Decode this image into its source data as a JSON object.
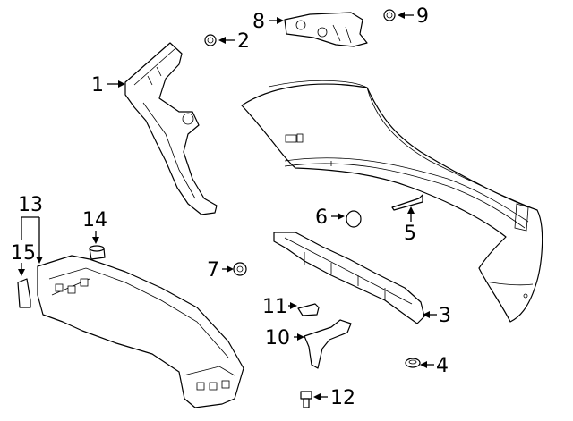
{
  "callouts": {
    "c1": "1",
    "c2": "2",
    "c3": "3",
    "c4": "4",
    "c5": "5",
    "c6": "6",
    "c7": "7",
    "c8": "8",
    "c9": "9",
    "c10": "10",
    "c11": "11",
    "c12": "12",
    "c13": "13",
    "c14": "14",
    "c15": "15"
  },
  "parts": [
    {
      "callout": "1",
      "icon": "side-bracket"
    },
    {
      "callout": "2",
      "icon": "nut"
    },
    {
      "callout": "3",
      "icon": "center-bracket"
    },
    {
      "callout": "4",
      "icon": "clip"
    },
    {
      "callout": "5",
      "icon": "pin-bracket"
    },
    {
      "callout": "6",
      "icon": "washer"
    },
    {
      "callout": "7",
      "icon": "nut"
    },
    {
      "callout": "8",
      "icon": "support-bracket"
    },
    {
      "callout": "9",
      "icon": "nut"
    },
    {
      "callout": "10",
      "icon": "guide-bracket"
    },
    {
      "callout": "11",
      "icon": "clip"
    },
    {
      "callout": "12",
      "icon": "bolt"
    },
    {
      "callout": "13",
      "icon": "group-bracket"
    },
    {
      "callout": "14",
      "icon": "nut"
    },
    {
      "callout": "15",
      "icon": "cap"
    }
  ]
}
